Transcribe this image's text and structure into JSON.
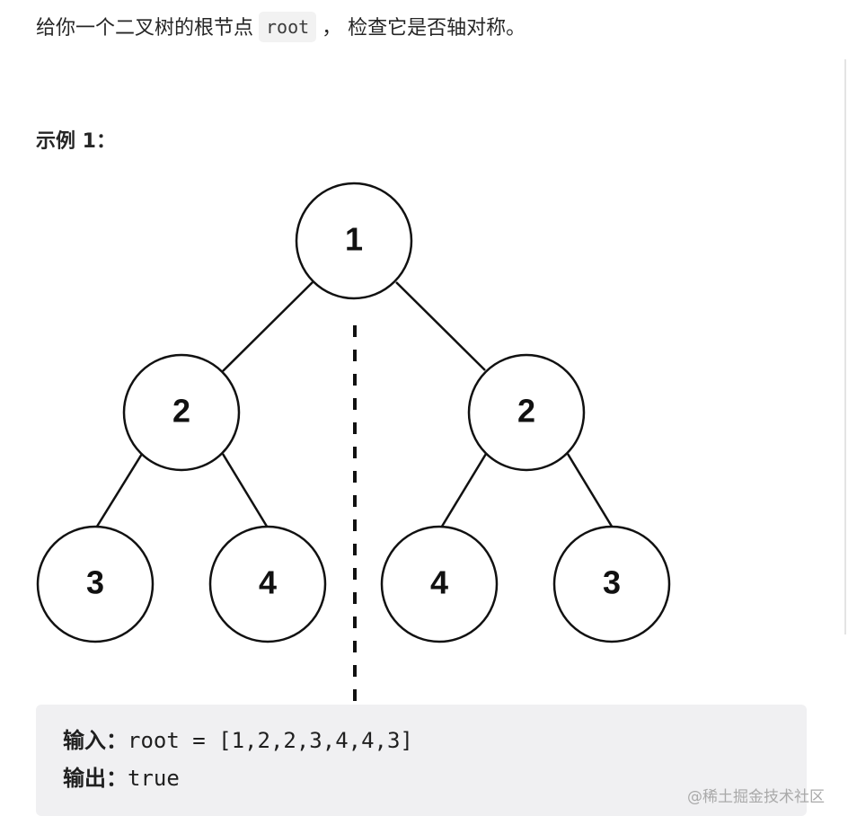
{
  "intro": {
    "before": "给你一个二叉树的根节点",
    "code": "root",
    "after": "， 检查它是否轴对称。"
  },
  "example": {
    "title": "示例 1："
  },
  "tree": {
    "values": [
      "1",
      "2",
      "2",
      "3",
      "4",
      "4",
      "3"
    ]
  },
  "io": {
    "input_label": "输入：",
    "input_value": "root = [1,2,2,3,4,4,3]",
    "output_label": "输出：",
    "output_value": "true"
  },
  "watermark": "@稀土掘金技术社区"
}
